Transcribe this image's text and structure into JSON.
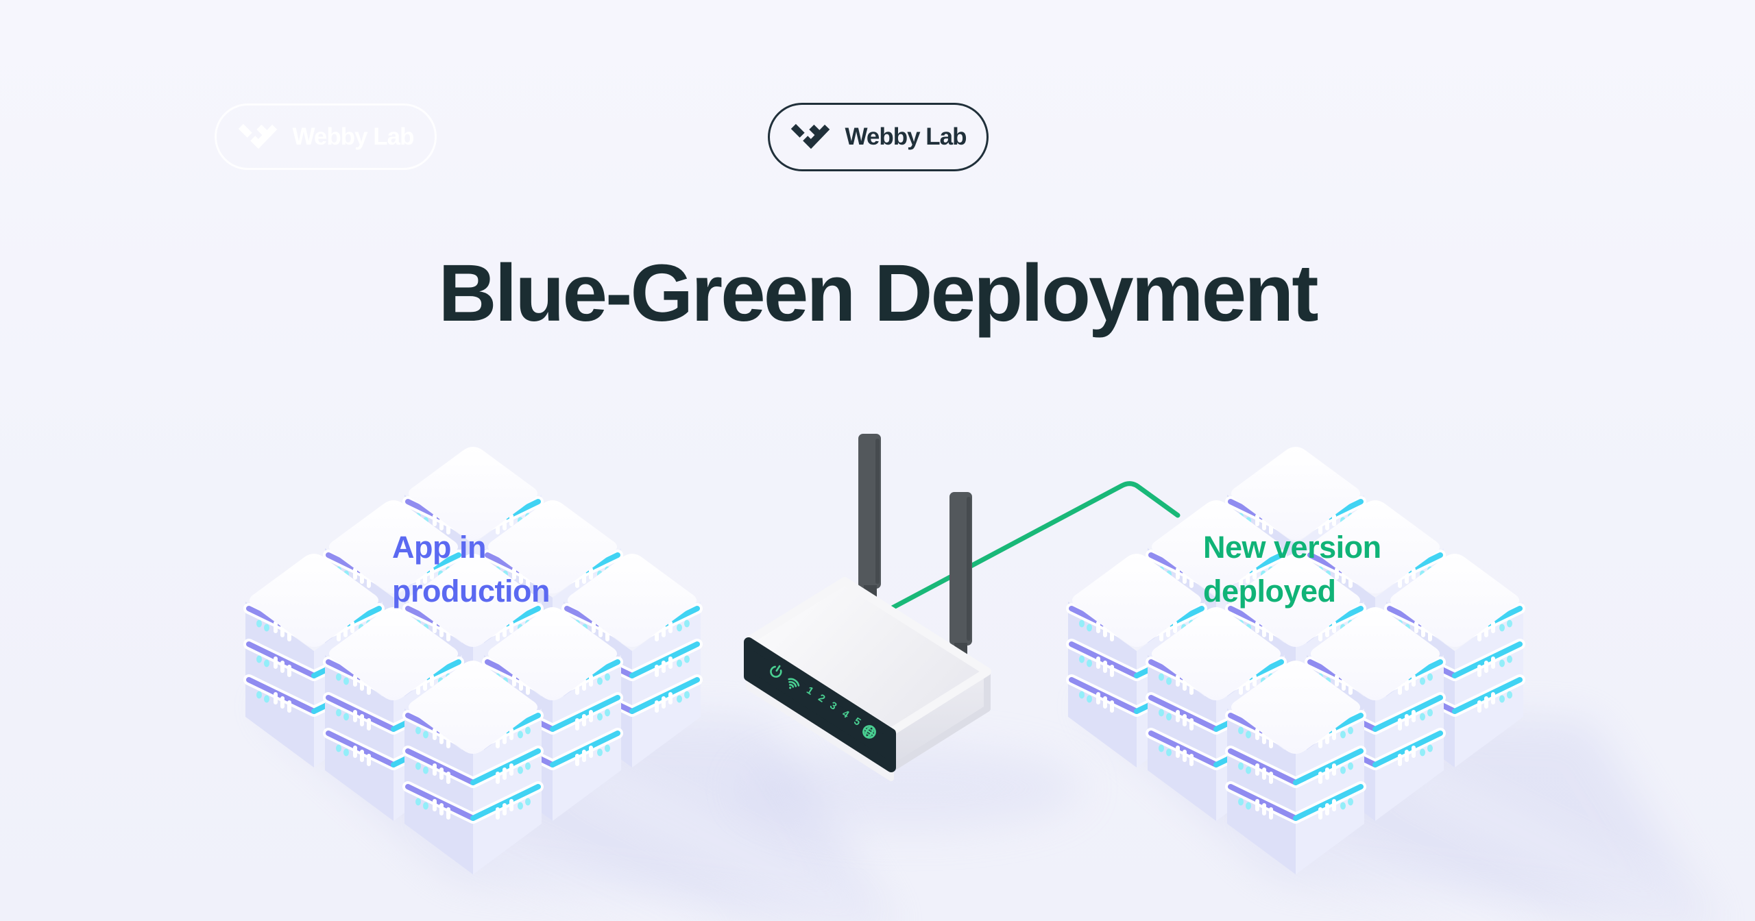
{
  "branding": {
    "watermark_logo": {
      "label": "Webby Lab"
    },
    "main_logo": {
      "label": "Webby Lab"
    }
  },
  "heading": {
    "title": "Blue-Green Deployment"
  },
  "diagram": {
    "left_cluster": {
      "caption_line1": "App in",
      "caption_line2": "production",
      "caption_color": "#5b69f1",
      "description": "isometric-server-stack"
    },
    "right_cluster": {
      "caption_line1": "New version",
      "caption_line2": "deployed",
      "caption_color": "#10b377",
      "description": "isometric-server-stack"
    },
    "router": {
      "port_labels": [
        "1",
        "2",
        "3",
        "4",
        "5"
      ],
      "icons": [
        "power-icon",
        "wifi-icon",
        "globe-icon"
      ],
      "indicator_color": "#4ad092",
      "panel_color": "#1b2a31",
      "antenna_color": "#53585c"
    },
    "connection": {
      "from": "router",
      "to": "right_cluster",
      "color": "#19b878"
    }
  },
  "palette": {
    "background": "#f3f3fb",
    "title_color": "#1b2d32",
    "logo_color": "#20303a",
    "server_top": "#ffffff",
    "server_face_left": "#dde0f8",
    "server_face_right": "#ebedfc",
    "band_purple": "#908cf0",
    "band_cyan": "#41d3f3",
    "led_cyan": "#93eef9"
  }
}
